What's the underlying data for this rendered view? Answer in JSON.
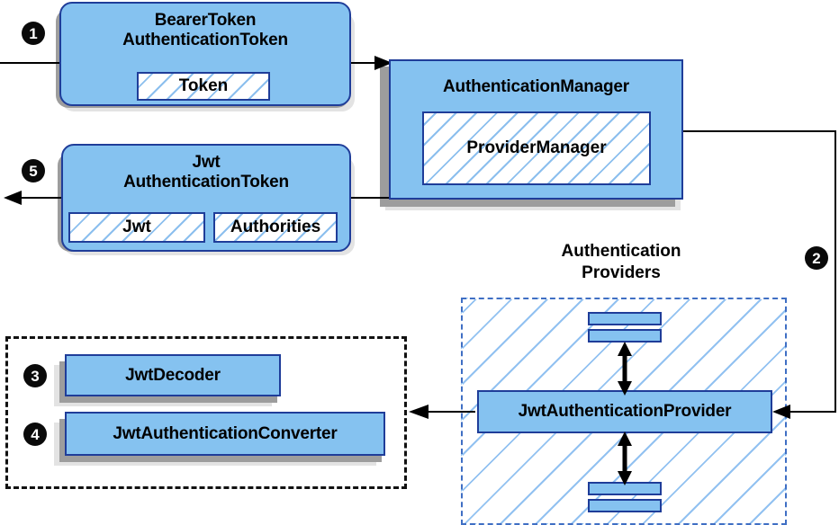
{
  "diagram": {
    "title": "Spring Security JWT Bearer Token Authentication Flow",
    "accent_blue": "#85c2f0",
    "border_blue": "#1f3d99",
    "shadow_gray": "#9d9d9d",
    "dash_black": "#111111"
  },
  "steps": [
    {
      "id": 1,
      "glyph": "1",
      "label": "step-1"
    },
    {
      "id": 2,
      "glyph": "2",
      "label": "step-2"
    },
    {
      "id": 3,
      "glyph": "3",
      "label": "step-3"
    },
    {
      "id": 4,
      "glyph": "4",
      "label": "step-4"
    },
    {
      "id": 5,
      "glyph": "5",
      "label": "step-5"
    }
  ],
  "nodes": {
    "bearer_token": {
      "title": "BearerToken\nAuthenticationToken",
      "inner": [
        {
          "label": "Token"
        }
      ]
    },
    "jwt_token": {
      "title": "Jwt\nAuthenticationToken",
      "inner": [
        {
          "label": "Jwt"
        },
        {
          "label": "Authorities"
        }
      ]
    },
    "authentication_manager": {
      "title": "AuthenticationManager",
      "inner": [
        {
          "label": "ProviderManager"
        }
      ]
    },
    "providers_group": {
      "label": "Authentication\nProviders"
    },
    "jwt_authentication_provider": {
      "title": "JwtAuthenticationProvider"
    },
    "jwt_decoder": {
      "title": "JwtDecoder"
    },
    "jwt_authentication_converter": {
      "title": "JwtAuthenticationConverter"
    }
  },
  "bars": {
    "top": [
      {
        "name": "provider-bar-top-1"
      },
      {
        "name": "provider-bar-top-2"
      }
    ],
    "bottom": [
      {
        "name": "provider-bar-bottom-1"
      },
      {
        "name": "provider-bar-bottom-2"
      }
    ]
  }
}
